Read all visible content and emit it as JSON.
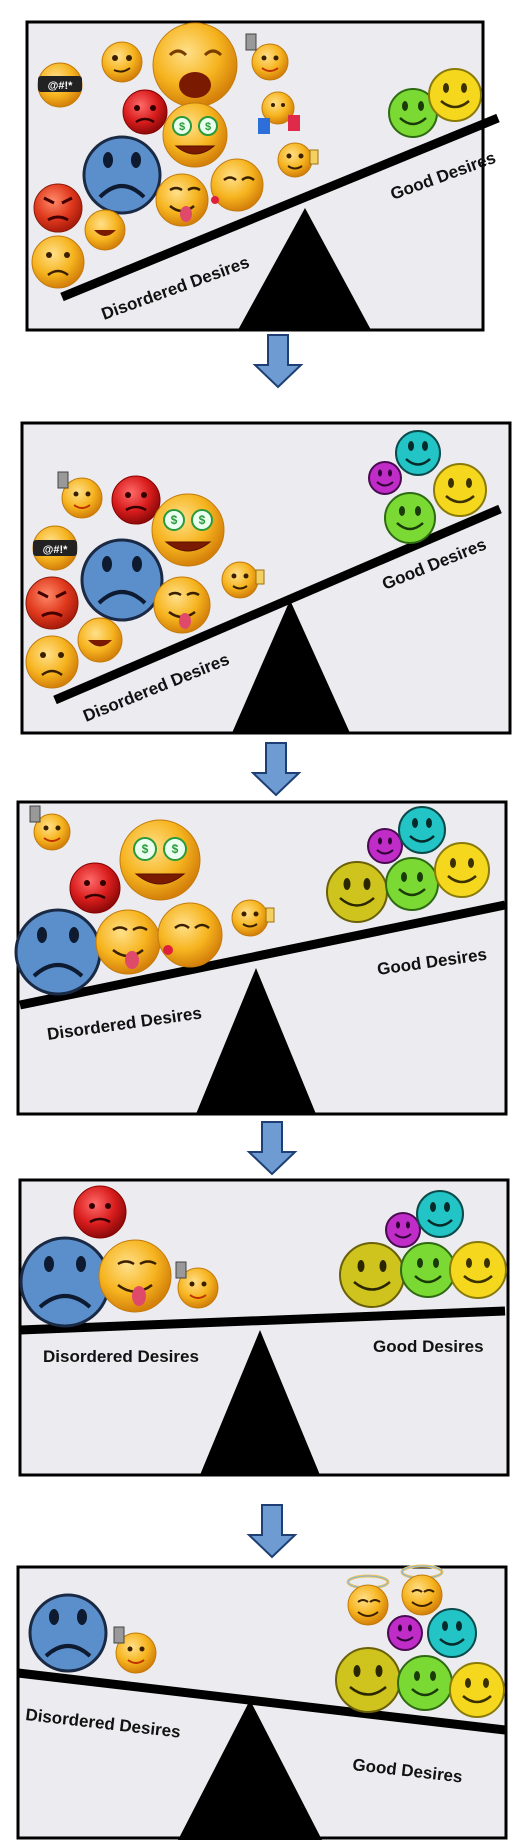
{
  "labels": {
    "disordered": "Disordered Desires",
    "good": "Good Desires"
  },
  "emoji_text": {
    "curse": "@#!*"
  },
  "colors": {
    "panel_bg": "#ececf0",
    "border": "#000000",
    "beam": "#000000",
    "fulcrum": "#000000",
    "arrow_fill": "#6f9bd3",
    "arrow_stroke": "#1e3f73",
    "sad_blue": "#5b8fcc",
    "angry_red": "#d9371e",
    "orange_face": "#f4a81c",
    "yellow_face": "#f5d81e",
    "green_face": "#7bd934",
    "cyan_face": "#22c4c6",
    "magenta_face": "#c02cc8",
    "olive_face": "#cfc31e",
    "halo": "#f1c45a"
  },
  "panels_count": 5
}
